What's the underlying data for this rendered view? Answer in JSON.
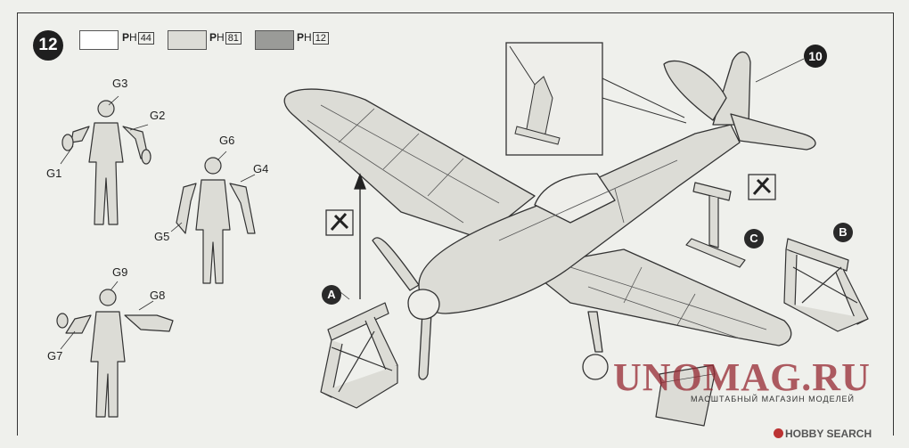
{
  "step": "12",
  "paints": [
    {
      "code_prefix": "H",
      "number": "44",
      "color": "#ffffff"
    },
    {
      "code_prefix": "H",
      "number": "81",
      "color": "#dcdcd6"
    },
    {
      "code_prefix": "H",
      "number": "12",
      "color": "#9a9b98"
    }
  ],
  "figure_parts": [
    "G1",
    "G2",
    "G3",
    "G4",
    "G5",
    "G6",
    "G7",
    "G8",
    "G9"
  ],
  "callouts": {
    "A": "A",
    "B": "B",
    "C": "C",
    "part_10": "10"
  },
  "watermark": {
    "main": "UNOMAG.RU",
    "sub": "МАСШТАБНЫЙ МАГАЗИН МОДЕЛЕЙ"
  },
  "hobby_search": "HOBBY SEARCH"
}
